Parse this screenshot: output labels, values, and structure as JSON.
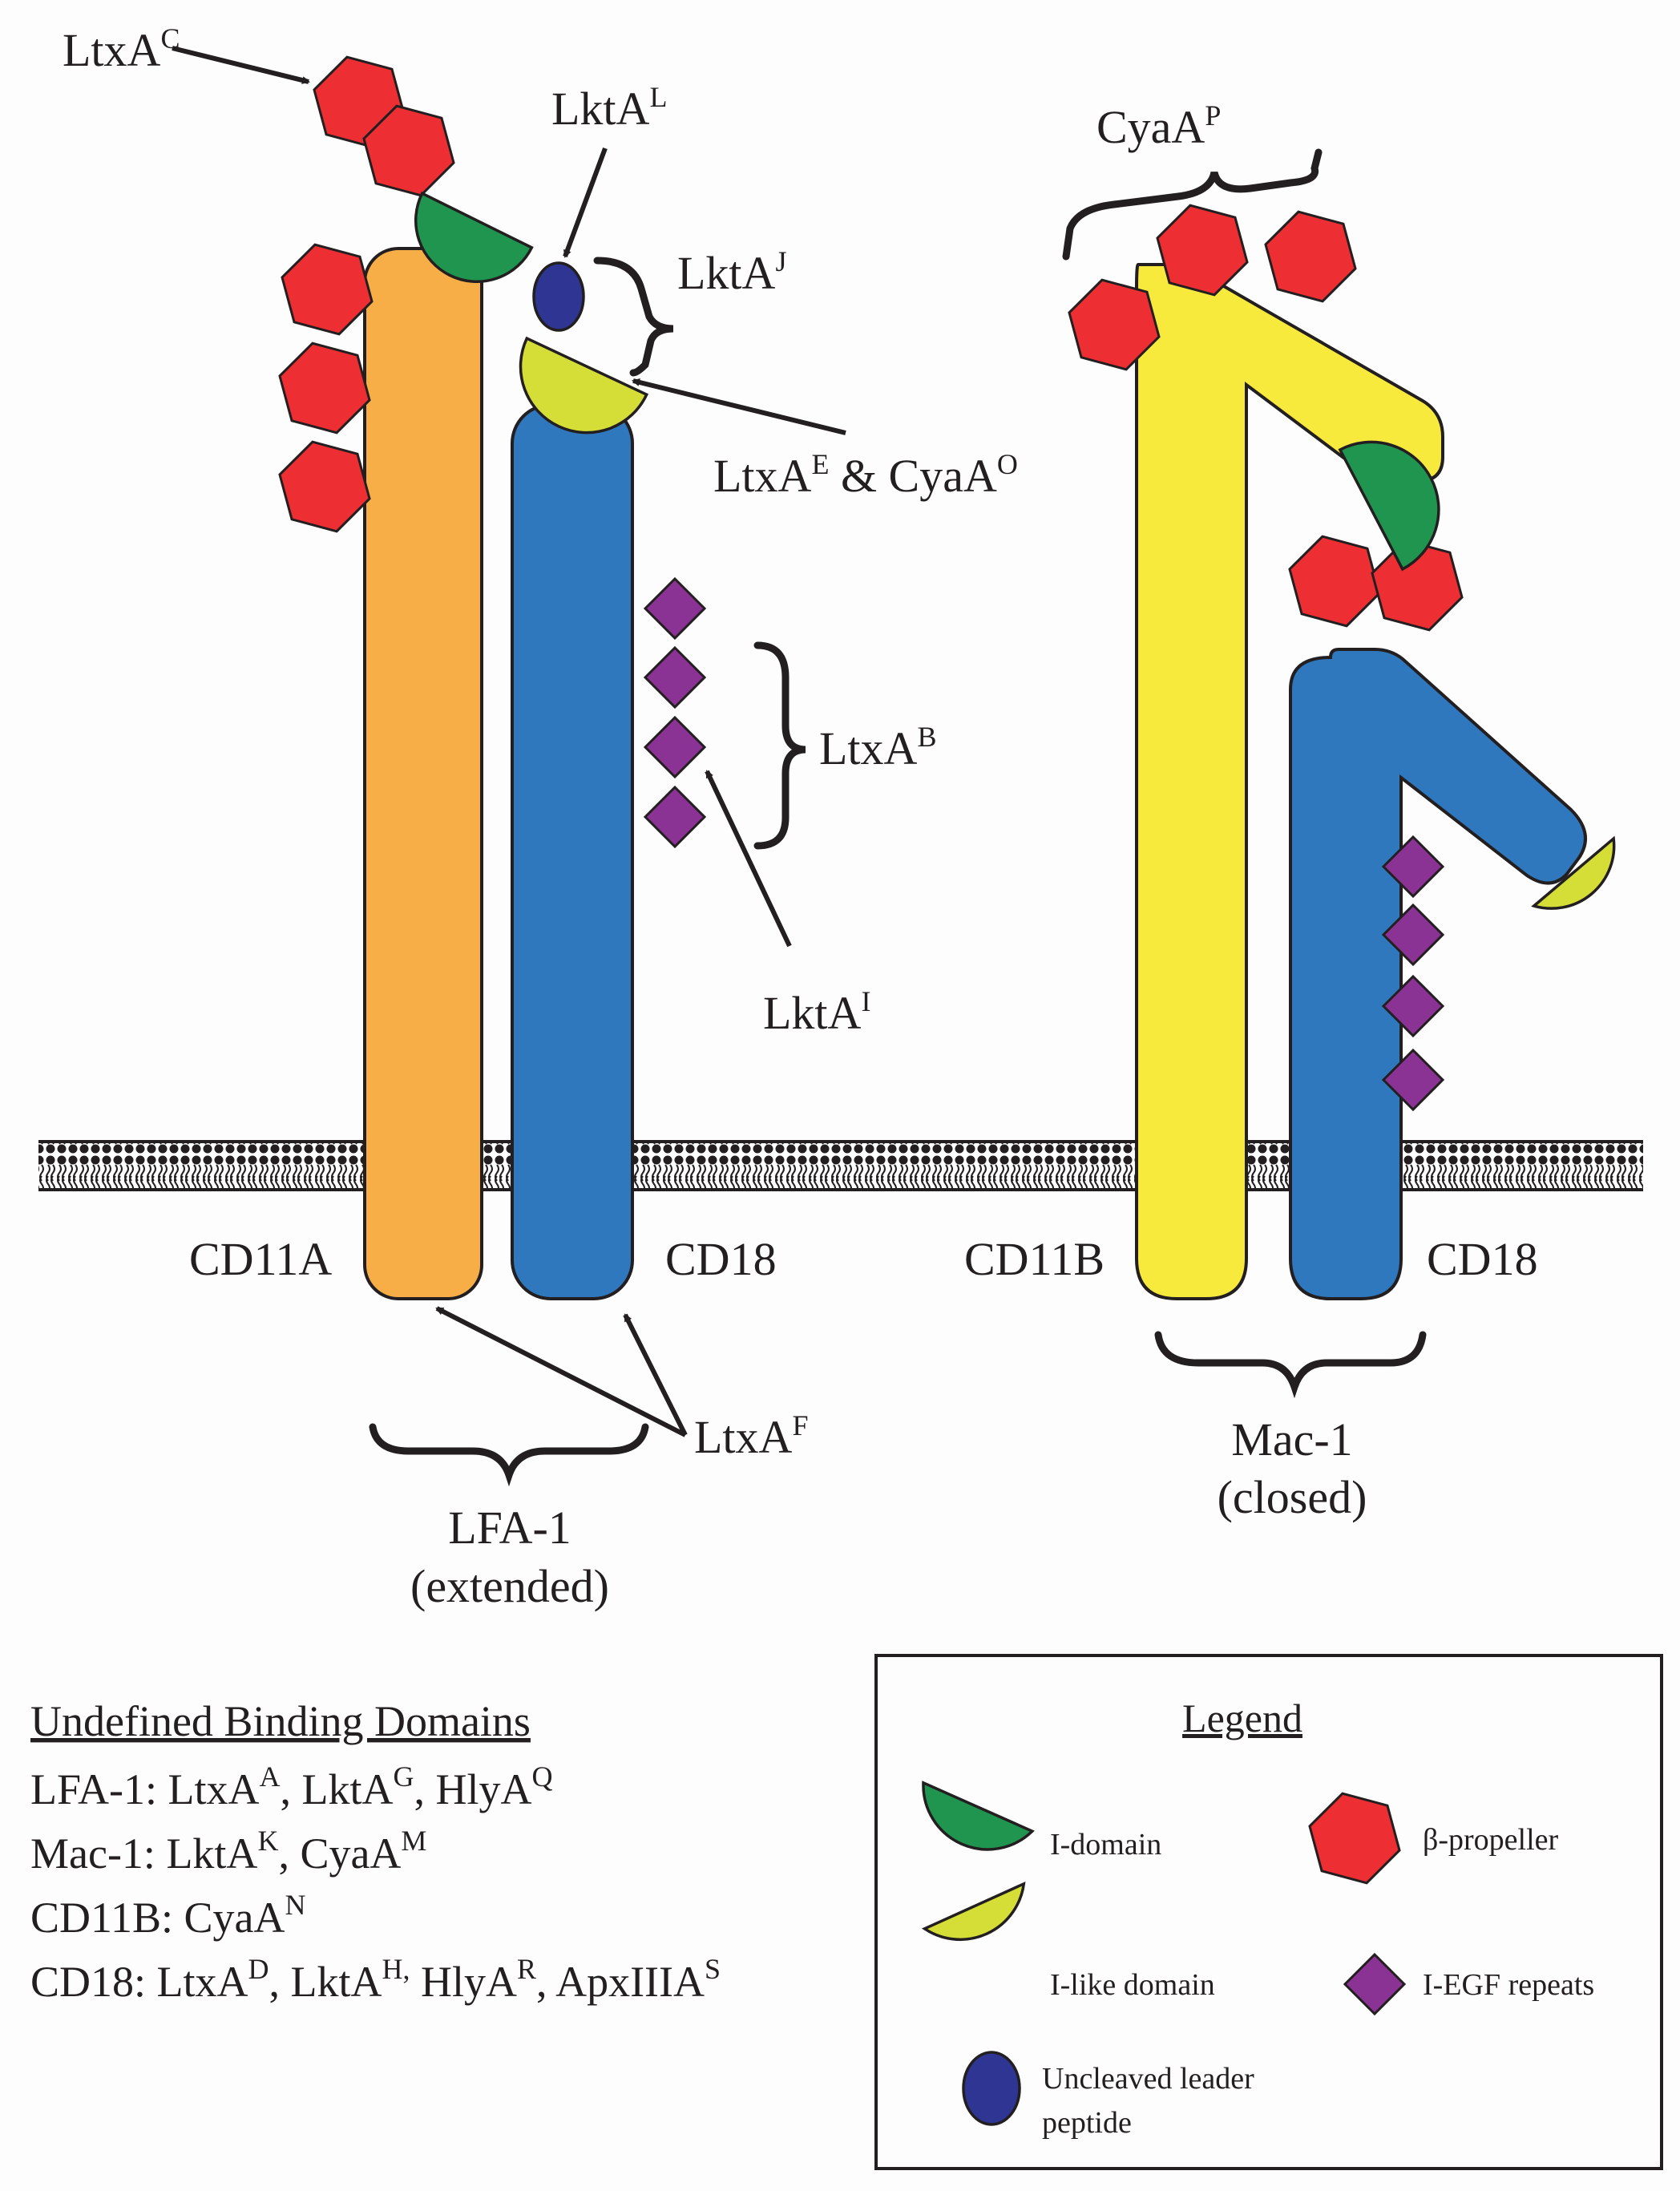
{
  "colors": {
    "cd11a": "#f8ae47",
    "cd18": "#2f78be",
    "cd11b": "#f8ea3c",
    "i_domain": "#1f9550",
    "i_like_domain": "#d4de36",
    "beta_propeller": "#ed2e33",
    "i_egf": "#8b3395",
    "leader_peptide": "#2e3592",
    "outline": "#231f20"
  },
  "labels": {
    "ltxa_c": {
      "base": "LtxA",
      "sup": "C"
    },
    "lkta_l": {
      "base": "LktA",
      "sup": "L"
    },
    "lkta_j": {
      "base": "LktA",
      "sup": "J"
    },
    "ltxa_e_cyaa_o": {
      "base1": "LtxA",
      "sup1": "E",
      "mid": " & CyaA",
      "sup2": "O"
    },
    "ltxa_b": {
      "base": "LtxA",
      "sup": "B"
    },
    "lkta_i": {
      "base": "LktA",
      "sup": "I"
    },
    "cyaa_p": {
      "base": "CyaA",
      "sup": "P"
    },
    "ltxa_f": {
      "base": "LtxA",
      "sup": "F"
    },
    "cd11a": "CD11A",
    "cd18_left": "CD18",
    "cd11b": "CD11B",
    "cd18_right": "CD18",
    "lfa1_name": "LFA-1",
    "lfa1_state": "(extended)",
    "mac1_name": "Mac-1",
    "mac1_state": "(closed)"
  },
  "undefined_domains": {
    "title": "Undefined Binding Domains",
    "lfa1": {
      "prefix": "LFA-1: ",
      "items": [
        {
          "b": "LtxA",
          "s": "A"
        },
        {
          "b": "LktA",
          "s": "G"
        },
        {
          "b": "HlyA",
          "s": "Q"
        }
      ]
    },
    "mac1": {
      "prefix": "Mac-1: ",
      "items": [
        {
          "b": "LktA",
          "s": "K"
        },
        {
          "b": "CyaA",
          "s": "M"
        }
      ]
    },
    "cd11b": {
      "prefix": "CD11B: ",
      "items": [
        {
          "b": "CyaA",
          "s": "N"
        }
      ]
    },
    "cd18": {
      "prefix": "CD18: ",
      "items": [
        {
          "b": "LtxA",
          "s": "D"
        },
        {
          "b": "LktA",
          "s": "H,"
        },
        {
          "b": "HlyA",
          "s": "R"
        },
        {
          "b": "ApxIIIA",
          "s": "S"
        }
      ]
    }
  },
  "legend": {
    "title": "Legend",
    "i_domain": "I-domain",
    "beta_propeller": "β-propeller",
    "i_like_domain": "I-like domain",
    "i_egf": "I-EGF repeats",
    "leader_line1": "Uncleaved leader",
    "leader_line2": "peptide"
  },
  "icons": [
    "hexagon-beta-propeller-icon",
    "half-disc-i-domain-icon",
    "half-disc-i-like-domain-icon",
    "diamond-i-egf-icon",
    "oval-leader-peptide-icon",
    "membrane-bilayer-icon"
  ]
}
